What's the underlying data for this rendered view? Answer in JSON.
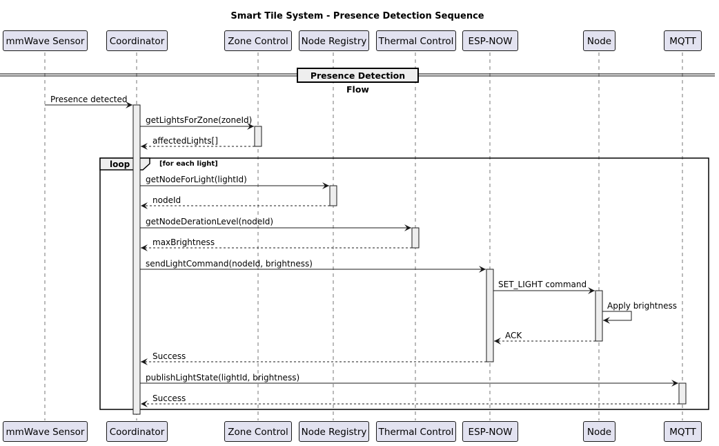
{
  "title": "Smart Tile System - Presence Detection Sequence",
  "participants": {
    "mmwave": "mmWave Sensor",
    "coordinator": "Coordinator",
    "zone": "Zone Control",
    "registry": "Node Registry",
    "thermal": "Thermal Control",
    "espnow": "ESP-NOW",
    "node": "Node",
    "mqtt": "MQTT"
  },
  "divider": "Presence Detection Flow",
  "loop": {
    "keyword": "loop",
    "condition": "[for each light]"
  },
  "messages": [
    "Presence detected",
    "getLightsForZone(zoneId)",
    "affectedLights[]",
    "getNodeForLight(lightId)",
    "nodeId",
    "getNodeDerationLevel(nodeId)",
    "maxBrightness",
    "sendLightCommand(nodeId, brightness)",
    "SET_LIGHT command",
    "Apply brightness",
    "ACK",
    "Success",
    "publishLightState(lightId, brightness)",
    "Success"
  ]
}
